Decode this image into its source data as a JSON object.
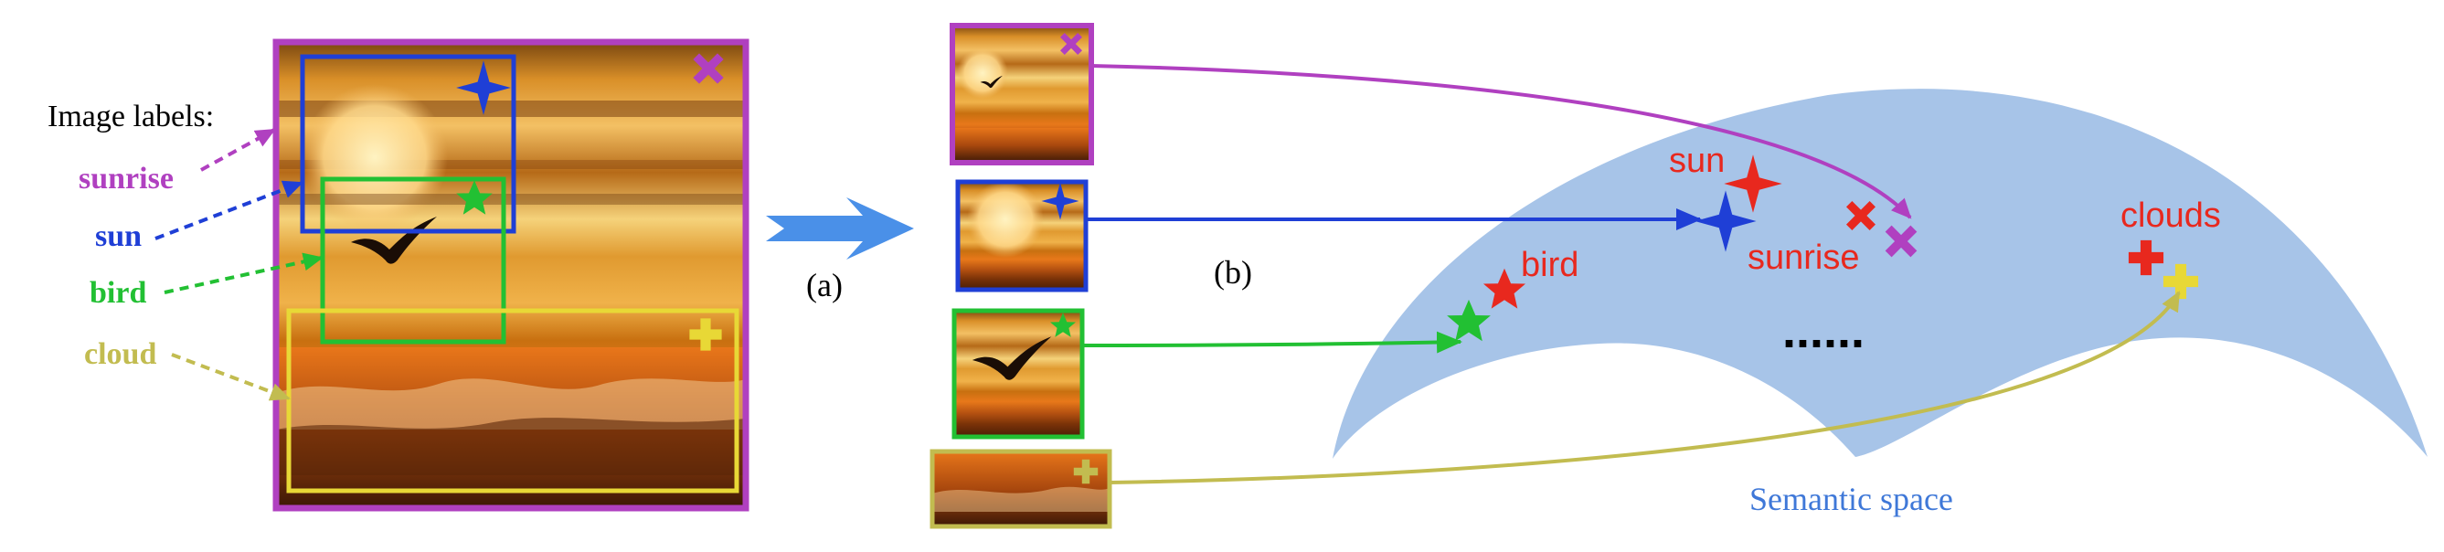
{
  "legend": {
    "heading": "Image labels:",
    "labels": [
      {
        "text": "sunrise",
        "color": "#b040c0"
      },
      {
        "text": "sun",
        "color": "#1f3fd6"
      },
      {
        "text": "bird",
        "color": "#22c033"
      },
      {
        "text": "cloud",
        "color": "#c2bc50"
      }
    ]
  },
  "steps": {
    "a": "(a)",
    "b": "(b)"
  },
  "semantic_space": {
    "caption": "Semantic space",
    "ellipsis": "......",
    "concepts": [
      {
        "text": "sun",
        "color": "#e8281e"
      },
      {
        "text": "sunrise",
        "color": "#e8281e"
      },
      {
        "text": "bird",
        "color": "#e8281e"
      },
      {
        "text": "clouds",
        "color": "#e8281e"
      }
    ]
  },
  "colors": {
    "sunrise": "#b040c0",
    "sun": "#1f3fd6",
    "bird": "#22c033",
    "cloud": "#c2bc50",
    "concept": "#e8281e",
    "space_fill": "#a7c4e8",
    "arrow_fill": "#4a90e8"
  }
}
